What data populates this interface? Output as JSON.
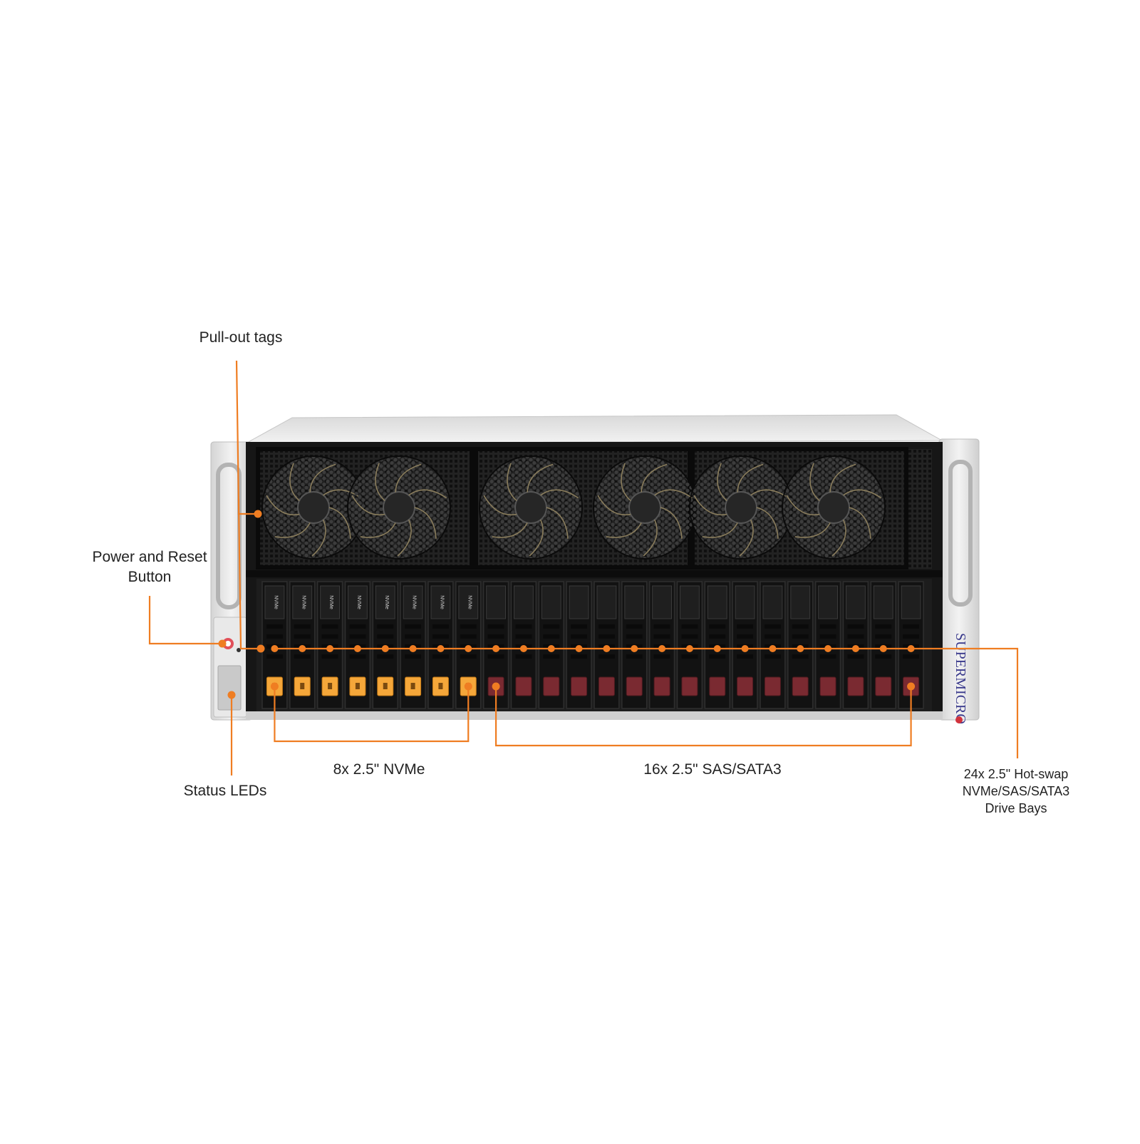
{
  "labels": {
    "pull_out_tags": "Pull-out tags",
    "power_reset": [
      "Power and Reset",
      "Button"
    ],
    "status_leds": "Status LEDs",
    "nvme_group": "8x 2.5\" NVMe",
    "sas_group": "16x 2.5\" SAS/SATA3",
    "drive_bays": [
      "24x 2.5\" Hot-swap",
      "NVMe/SAS/SATA3",
      "Drive Bays"
    ]
  },
  "brand": {
    "logo_text": "SUPERMICRO"
  },
  "drive_tray_text": "NVMe",
  "drives": {
    "nvme_count": 8,
    "sas_sata_count": 16
  },
  "fan_count": 6,
  "colors": {
    "callout": "#ef7d22",
    "nvme_latch": "#f5a73a",
    "sas_latch": "#7a2a31",
    "chassis_dark": "#1a1a1a",
    "chassis_light": "#e6e6e6",
    "logo": "#3a3a8c"
  }
}
